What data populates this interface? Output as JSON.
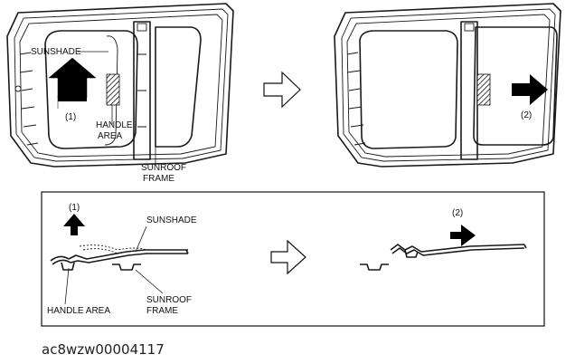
{
  "labels": {
    "sunshade": "SUNSHADE",
    "handle_area_line1": "HANDLE",
    "handle_area_line2": "AREA",
    "sunroof_frame_line1": "SUNROOF",
    "sunroof_frame_line2": "FRAME",
    "step1": "(1)",
    "step2": "(2)",
    "detail_sunshade": "SUNSHADE",
    "detail_handle_area": "HANDLE AREA",
    "detail_step1": "(1)",
    "detail_step2": "(2)",
    "detail_frame_line1": "SUNROOF",
    "detail_frame_line2": "FRAME"
  },
  "image_code": "ac8wzw00004117",
  "icons": {
    "up_arrow": "arrow-up-icon",
    "right_arrow": "arrow-right-icon",
    "step_arrow": "hollow-arrow-right-icon"
  }
}
